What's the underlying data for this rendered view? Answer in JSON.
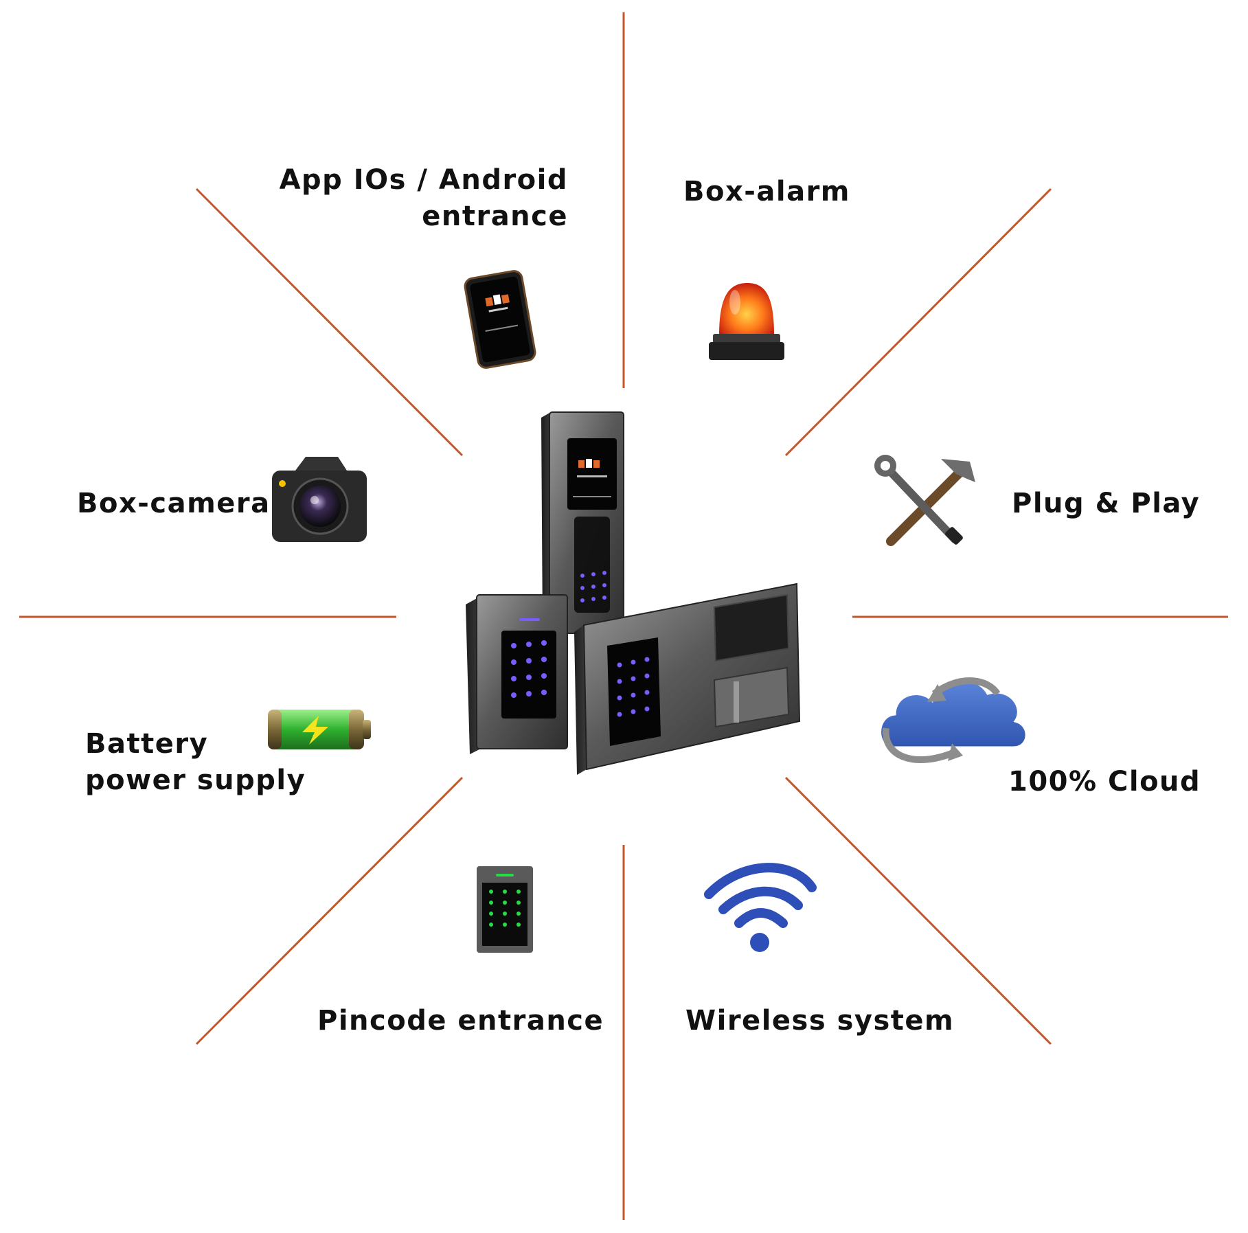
{
  "colors": {
    "spoke": "#c2572b",
    "text": "#111111",
    "cloud": "#3f66c4",
    "wifi": "#2f4fb8",
    "battery": "#2fb12f",
    "alarm": "#e8391b",
    "keypad_glow": "#7a5cff",
    "pin_glow": "#22dd44"
  },
  "features": [
    {
      "id": "app",
      "lines": [
        "App IOs / Android",
        "entrance"
      ],
      "icon": "smartphone-icon"
    },
    {
      "id": "alarm",
      "lines": [
        "Box-alarm"
      ],
      "icon": "alarm-beacon-icon"
    },
    {
      "id": "camera",
      "lines": [
        "Box-camera"
      ],
      "icon": "camera-icon"
    },
    {
      "id": "plug",
      "lines": [
        "Plug & Play"
      ],
      "icon": "tools-icon"
    },
    {
      "id": "battery",
      "lines": [
        "Battery",
        "power supply"
      ],
      "icon": "battery-icon"
    },
    {
      "id": "cloud",
      "lines": [
        "100% Cloud"
      ],
      "icon": "cloud-sync-icon"
    },
    {
      "id": "pincode",
      "lines": [
        "Pincode entrance"
      ],
      "icon": "keypad-icon"
    },
    {
      "id": "wireless",
      "lines": [
        "Wireless system"
      ],
      "icon": "wifi-icon"
    }
  ],
  "center": {
    "icon": "access-control-devices"
  }
}
